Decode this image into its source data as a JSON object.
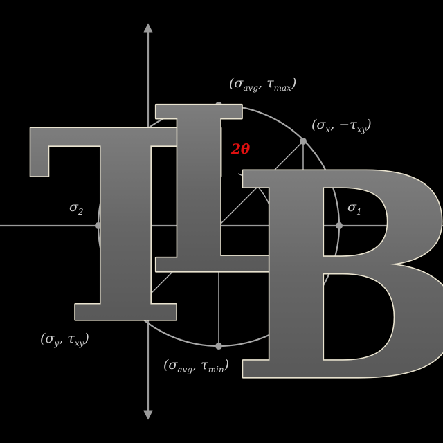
{
  "monogram": {
    "letters": [
      "T",
      "L",
      "B"
    ]
  },
  "labels": {
    "sigma_avg_tau_max": {
      "sym": "σ",
      "sub1": "avg",
      "mid": ", τ",
      "sub2": "max"
    },
    "sigma_x_tau_xy": {
      "sym": "σ",
      "sub1": "x",
      "mid": ", −τ",
      "sub2": "xy"
    },
    "sigma_y_tau_xy": {
      "sym": "σ",
      "sub1": "y",
      "mid": ", τ",
      "sub2": "xy"
    },
    "sigma_avg_tau_min": {
      "sym": "σ",
      "sub1": "avg",
      "mid": ", τ",
      "sub2": "min"
    },
    "sigma_1": {
      "sym": "σ",
      "sub": "1"
    },
    "sigma_2": {
      "sym": "σ",
      "sub": "2"
    },
    "angle": "2θ"
  },
  "colors": {
    "background": "#000000",
    "angle_label": "#e01010",
    "monogram_fill": "#6e6e6e",
    "monogram_rim": "#e9e3cf"
  }
}
